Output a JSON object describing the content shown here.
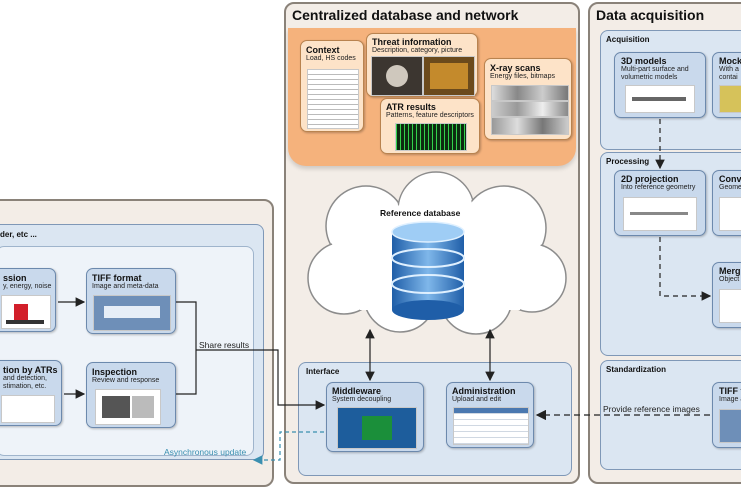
{
  "left_panel": {
    "title": "der, etc ...",
    "boxes": {
      "emission": {
        "title": "ssion",
        "sub": "y, energy, noise"
      },
      "tiff": {
        "title": "TIFF format",
        "sub": "Image and meta-data"
      },
      "atr": {
        "title": "tion by ATRs",
        "sub1": "and detection,",
        "sub2": "stimation, etc."
      },
      "inspection": {
        "title": "Inspection",
        "sub": "Review and response"
      }
    },
    "async_label": "Asynchronous update"
  },
  "center_panel": {
    "title": "Centralized database and network",
    "boxes": {
      "context": {
        "title": "Context",
        "sub": "Load, HS codes"
      },
      "threat": {
        "title": "Threat information",
        "sub": "Description, category, picture"
      },
      "xray": {
        "title": "X-ray scans",
        "sub": "Energy files, bitmaps"
      },
      "atr_results": {
        "title": "ATR results",
        "sub": "Patterns, feature descriptors"
      }
    },
    "cloud_label": "Reference database",
    "interface": {
      "title": "Interface",
      "middleware": {
        "title": "Middleware",
        "sub": "System decoupling"
      },
      "administration": {
        "title": "Administration",
        "sub": "Upload and edit"
      }
    }
  },
  "right_panel": {
    "title": "Data acquisition",
    "acquisition": {
      "title": "Acquisition",
      "models3d": {
        "title": "3D models",
        "sub1": "Multi-part surface and",
        "sub2": "volumetric models"
      },
      "mock": {
        "title": "Mock",
        "sub1": "With a",
        "sub2": "contai"
      }
    },
    "processing": {
      "title": "Processing",
      "proj2d": {
        "title": "2D projection",
        "sub": "Into reference geometry"
      },
      "conv": {
        "title": "Conve",
        "sub": "Geome"
      },
      "merge": {
        "title": "Merg",
        "sub": "Object"
      }
    },
    "standardization": {
      "title": "Standardization",
      "tiff": {
        "title": "TIFF f",
        "sub": "Image a"
      }
    }
  },
  "connectors": {
    "share_results": "Share results",
    "provide_reference": "Provide reference images"
  },
  "colors": {
    "panel_border": "#8a8279",
    "blue_box": "#c9d9ec",
    "orange_area": "#f5b27c",
    "arrow": "#222222"
  }
}
